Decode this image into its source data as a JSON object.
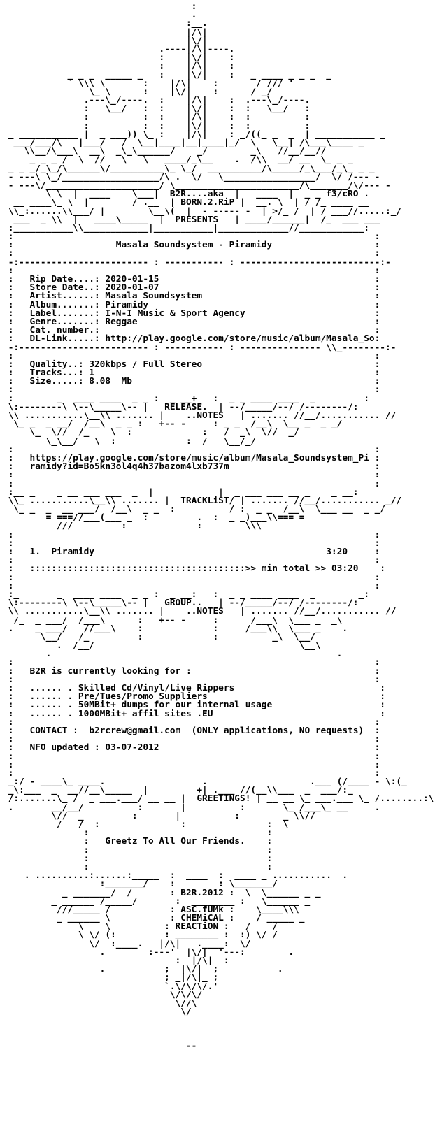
{
  "text_color": "#000000",
  "background": "#ffffff",
  "release": {
    "title": "Masala Soundsystem - Piramidy",
    "rip_date": "2020-01-15",
    "store_date": "2020-01-07",
    "artist": "Masala Soundsystem",
    "album": "Piramidy",
    "label": "I-N-I Music & Sport Agency",
    "genre": "Reggae",
    "cat_number": "",
    "dl_link": "http://play.google.com/store/music/album/Masala_So",
    "quality": "320kbps / Full Stereo",
    "tracks_count": "1",
    "size": "8.08  Mb",
    "notes_url_line1": "https://play.google.com/store/music/album/Masala_Soundsystem_Pi",
    "notes_url_line2": "ramidy?id=Bo5kn3ol4q4h37bazom4lxb737m"
  },
  "tracklist": [
    {
      "number": "1.",
      "title": "Piramidy",
      "duration": "3:20"
    }
  ],
  "total_time": "03:20",
  "group_notes": {
    "looking_for": "B2R is currently looking for :",
    "items": [
      "Skilled Cd/Vinyl/Live Rippers",
      "Pre/Tues/Promo Suppliers",
      "50MBit+ dumps for our internal usage",
      "1000MBit+ affil sites .EU"
    ],
    "contact": "b2rcrew@gmail.com  (ONLY applications, NO requests)",
    "nfo_updated": "03-07-2012"
  },
  "greetings": "Greetz To All Our Friends.",
  "footer": "--"
}
